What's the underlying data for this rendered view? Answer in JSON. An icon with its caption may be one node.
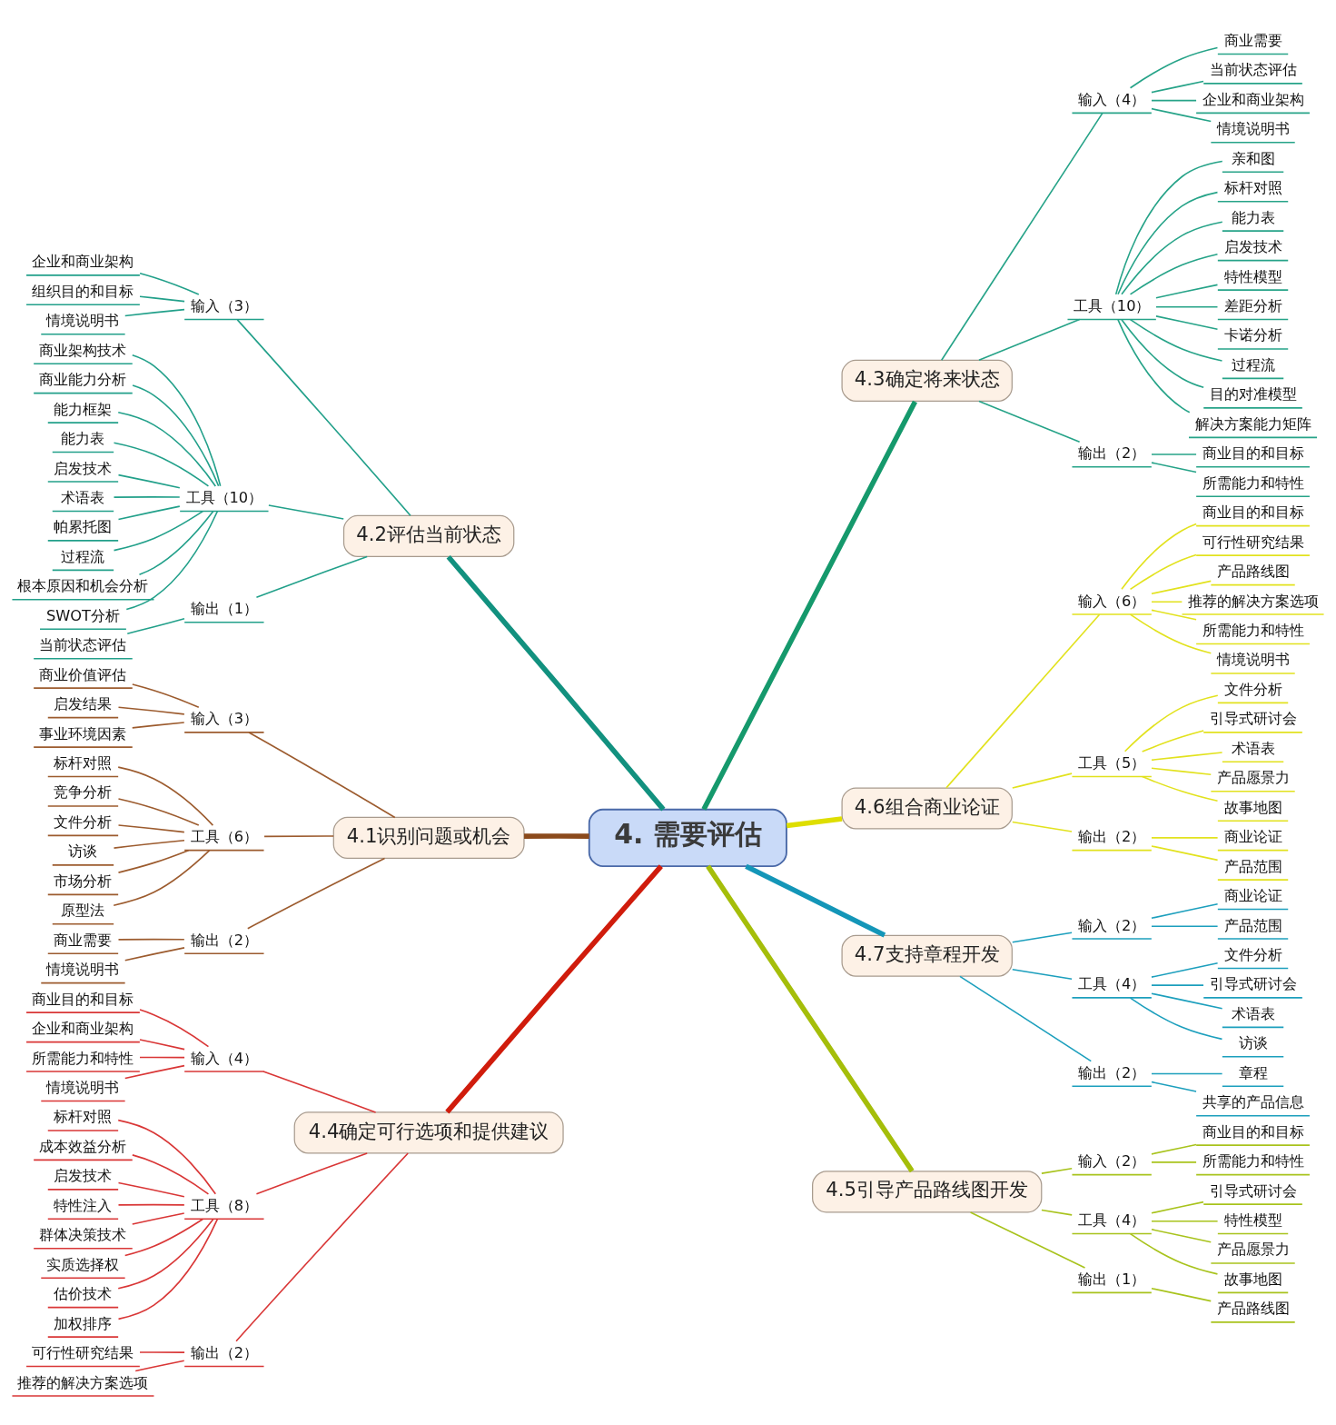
{
  "diagram": {
    "nodes": [
      {
        "text": [
          "4. 需要评估"
        ]
      },
      {
        "text": [
          "4.1识别问题或机会"
        ]
      },
      {
        "text": [
          "输入（3）"
        ]
      },
      {
        "text": [
          "商业价值评估"
        ]
      },
      {
        "text": [
          "启发结果"
        ]
      },
      {
        "text": [
          "事业环境因素"
        ]
      },
      {
        "text": [
          "工具（6）"
        ]
      },
      {
        "text": [
          "标杆对照"
        ]
      },
      {
        "text": [
          "竞争分析"
        ]
      },
      {
        "text": [
          "文件分析"
        ]
      },
      {
        "text": [
          "访谈"
        ]
      },
      {
        "text": [
          "市场分析"
        ]
      },
      {
        "text": [
          "原型法"
        ]
      },
      {
        "text": [
          "输出（2）"
        ]
      },
      {
        "text": [
          "商业需要"
        ]
      },
      {
        "text": [
          "情境说明书"
        ]
      },
      {
        "text": [
          "4.2评估当前状态"
        ]
      },
      {
        "text": [
          "输入（3）"
        ]
      },
      {
        "text": [
          "企业和商业架构"
        ]
      },
      {
        "text": [
          "组织目的和目标"
        ]
      },
      {
        "text": [
          "情境说明书"
        ]
      },
      {
        "text": [
          "工具（10）"
        ]
      },
      {
        "text": [
          "商业架构技术"
        ]
      },
      {
        "text": [
          "商业能力分析"
        ]
      },
      {
        "text": [
          "能力框架"
        ]
      },
      {
        "text": [
          "能力表"
        ]
      },
      {
        "text": [
          "启发技术"
        ]
      },
      {
        "text": [
          "术语表"
        ]
      },
      {
        "text": [
          "帕累托图"
        ]
      },
      {
        "text": [
          "过程流"
        ]
      },
      {
        "text": [
          "根本原因和机会分析"
        ]
      },
      {
        "text": [
          "SWOT分析"
        ]
      },
      {
        "text": [
          "输出（1）"
        ]
      },
      {
        "text": [
          "当前状态评估"
        ]
      },
      {
        "text": [
          "4.3确定将来状态"
        ]
      },
      {
        "text": [
          "输入（4）"
        ]
      },
      {
        "text": [
          "商业需要"
        ]
      },
      {
        "text": [
          "当前状态评估"
        ]
      },
      {
        "text": [
          "企业和商业架构"
        ]
      },
      {
        "text": [
          "情境说明书"
        ]
      },
      {
        "text": [
          "工具（10）"
        ]
      },
      {
        "text": [
          "亲和图"
        ]
      },
      {
        "text": [
          "标杆对照"
        ]
      },
      {
        "text": [
          "能力表"
        ]
      },
      {
        "text": [
          "启发技术"
        ]
      },
      {
        "text": [
          "特性模型"
        ]
      },
      {
        "text": [
          "差距分析"
        ]
      },
      {
        "text": [
          "卡诺分析"
        ]
      },
      {
        "text": [
          "过程流"
        ]
      },
      {
        "text": [
          "目的对准模型"
        ]
      },
      {
        "text": [
          "解决方案能力矩阵"
        ]
      },
      {
        "text": [
          "输出（2）"
        ]
      },
      {
        "text": [
          "商业目的和目标"
        ]
      },
      {
        "text": [
          "所需能力和特性"
        ]
      },
      {
        "text": [
          "4.4确定可行选项和提供建议"
        ]
      },
      {
        "text": [
          "输入（4）"
        ]
      },
      {
        "text": [
          "商业目的和目标"
        ]
      },
      {
        "text": [
          "企业和商业架构"
        ]
      },
      {
        "text": [
          "所需能力和特性"
        ]
      },
      {
        "text": [
          "情境说明书"
        ]
      },
      {
        "text": [
          "工具（8）"
        ]
      },
      {
        "text": [
          "标杆对照"
        ]
      },
      {
        "text": [
          "成本效益分析"
        ]
      },
      {
        "text": [
          "启发技术"
        ]
      },
      {
        "text": [
          "特性注入"
        ]
      },
      {
        "text": [
          "群体决策技术"
        ]
      },
      {
        "text": [
          "实质选择权"
        ]
      },
      {
        "text": [
          "估价技术"
        ]
      },
      {
        "text": [
          "加权排序"
        ]
      },
      {
        "text": [
          "输出（2）"
        ]
      },
      {
        "text": [
          "可行性研究结果"
        ]
      },
      {
        "text": [
          "推荐的解决方案选项"
        ]
      },
      {
        "text": [
          "4.5引导产品路线图开发"
        ]
      },
      {
        "text": [
          "输入（2）"
        ]
      },
      {
        "text": [
          "商业目的和目标"
        ]
      },
      {
        "text": [
          "所需能力和特性"
        ]
      },
      {
        "text": [
          "工具（4）"
        ]
      },
      {
        "text": [
          "引导式研讨会"
        ]
      },
      {
        "text": [
          "特性模型"
        ]
      },
      {
        "text": [
          "产品愿景力"
        ]
      },
      {
        "text": [
          "故事地图"
        ]
      },
      {
        "text": [
          "输出（1）"
        ]
      },
      {
        "text": [
          "产品路线图"
        ]
      },
      {
        "text": [
          "4.6组合商业论证"
        ]
      },
      {
        "text": [
          "输入（6）"
        ]
      },
      {
        "text": [
          "商业目的和目标"
        ]
      },
      {
        "text": [
          "可行性研究结果"
        ]
      },
      {
        "text": [
          "产品路线图"
        ]
      },
      {
        "text": [
          "推荐的解决方案选项"
        ]
      },
      {
        "text": [
          "所需能力和特性"
        ]
      },
      {
        "text": [
          "情境说明书"
        ]
      },
      {
        "text": [
          "工具（5）"
        ]
      },
      {
        "text": [
          "文件分析"
        ]
      },
      {
        "text": [
          "引导式研讨会"
        ]
      },
      {
        "text": [
          "术语表"
        ]
      },
      {
        "text": [
          "产品愿景力"
        ]
      },
      {
        "text": [
          "故事地图"
        ]
      },
      {
        "text": [
          "输出（2）"
        ]
      },
      {
        "text": [
          "商业论证"
        ]
      },
      {
        "text": [
          "产品范围"
        ]
      },
      {
        "text": [
          "4.7支持章程开发"
        ]
      },
      {
        "text": [
          "输入（2）"
        ]
      },
      {
        "text": [
          "商业论证"
        ]
      },
      {
        "text": [
          "产品范围"
        ]
      },
      {
        "text": [
          "工具（4）"
        ]
      },
      {
        "text": [
          "文件分析"
        ]
      },
      {
        "text": [
          "引导式研讨会"
        ]
      },
      {
        "text": [
          "术语表"
        ]
      },
      {
        "text": [
          "访谈"
        ]
      },
      {
        "text": [
          "输出（2）"
        ]
      },
      {
        "text": [
          "章程"
        ]
      },
      {
        "text": [
          "共享的产品信息"
        ]
      }
    ],
    "edges": [
      {
        "from": 0,
        "to": 1,
        "arrow": "none",
        "style": "thick",
        "color": "#8b4a1c"
      },
      {
        "from": 1,
        "to": 2,
        "arrow": "none",
        "color": "#9c5b2e"
      },
      {
        "from": 2,
        "to": 3,
        "arrow": "none",
        "color": "#9c5b2e"
      },
      {
        "from": 2,
        "to": 4,
        "arrow": "none",
        "color": "#9c5b2e"
      },
      {
        "from": 2,
        "to": 5,
        "arrow": "none",
        "color": "#9c5b2e"
      },
      {
        "from": 1,
        "to": 6,
        "arrow": "none",
        "color": "#9c5b2e"
      },
      {
        "from": 6,
        "to": 7,
        "arrow": "none",
        "color": "#9c5b2e"
      },
      {
        "from": 6,
        "to": 8,
        "arrow": "none",
        "color": "#9c5b2e"
      },
      {
        "from": 6,
        "to": 9,
        "arrow": "none",
        "color": "#9c5b2e"
      },
      {
        "from": 6,
        "to": 10,
        "arrow": "none",
        "color": "#9c5b2e"
      },
      {
        "from": 6,
        "to": 11,
        "arrow": "none",
        "color": "#9c5b2e"
      },
      {
        "from": 6,
        "to": 12,
        "arrow": "none",
        "color": "#9c5b2e"
      },
      {
        "from": 1,
        "to": 13,
        "arrow": "none",
        "color": "#9c5b2e"
      },
      {
        "from": 13,
        "to": 14,
        "arrow": "none",
        "color": "#9c5b2e"
      },
      {
        "from": 13,
        "to": 15,
        "arrow": "none",
        "color": "#9c5b2e"
      },
      {
        "from": 0,
        "to": 16,
        "arrow": "none",
        "style": "thick",
        "color": "#12917f"
      },
      {
        "from": 16,
        "to": 17,
        "arrow": "none",
        "color": "#22a08a"
      },
      {
        "from": 17,
        "to": 18,
        "arrow": "none",
        "color": "#22a08a"
      },
      {
        "from": 17,
        "to": 19,
        "arrow": "none",
        "color": "#22a08a"
      },
      {
        "from": 17,
        "to": 20,
        "arrow": "none",
        "color": "#22a08a"
      },
      {
        "from": 16,
        "to": 21,
        "arrow": "none",
        "color": "#22a08a"
      },
      {
        "from": 21,
        "to": 22,
        "arrow": "none",
        "color": "#22a08a"
      },
      {
        "from": 21,
        "to": 23,
        "arrow": "none",
        "color": "#22a08a"
      },
      {
        "from": 21,
        "to": 24,
        "arrow": "none",
        "color": "#22a08a"
      },
      {
        "from": 21,
        "to": 25,
        "arrow": "none",
        "color": "#22a08a"
      },
      {
        "from": 21,
        "to": 26,
        "arrow": "none",
        "color": "#22a08a"
      },
      {
        "from": 21,
        "to": 27,
        "arrow": "none",
        "color": "#22a08a"
      },
      {
        "from": 21,
        "to": 28,
        "arrow": "none",
        "color": "#22a08a"
      },
      {
        "from": 21,
        "to": 29,
        "arrow": "none",
        "color": "#22a08a"
      },
      {
        "from": 21,
        "to": 30,
        "arrow": "none",
        "color": "#22a08a"
      },
      {
        "from": 21,
        "to": 31,
        "arrow": "none",
        "color": "#22a08a"
      },
      {
        "from": 16,
        "to": 32,
        "arrow": "none",
        "color": "#22a08a"
      },
      {
        "from": 32,
        "to": 33,
        "arrow": "none",
        "color": "#22a08a"
      },
      {
        "from": 0,
        "to": 34,
        "arrow": "none",
        "style": "thick",
        "color": "#15996c"
      },
      {
        "from": 34,
        "to": 35,
        "arrow": "none",
        "color": "#26a388"
      },
      {
        "from": 35,
        "to": 36,
        "arrow": "none",
        "color": "#26a388"
      },
      {
        "from": 35,
        "to": 37,
        "arrow": "none",
        "color": "#26a388"
      },
      {
        "from": 35,
        "to": 38,
        "arrow": "none",
        "color": "#26a388"
      },
      {
        "from": 35,
        "to": 39,
        "arrow": "none",
        "color": "#26a388"
      },
      {
        "from": 34,
        "to": 40,
        "arrow": "none",
        "color": "#26a388"
      },
      {
        "from": 40,
        "to": 41,
        "arrow": "none",
        "color": "#26a388"
      },
      {
        "from": 40,
        "to": 42,
        "arrow": "none",
        "color": "#26a388"
      },
      {
        "from": 40,
        "to": 43,
        "arrow": "none",
        "color": "#26a388"
      },
      {
        "from": 40,
        "to": 44,
        "arrow": "none",
        "color": "#26a388"
      },
      {
        "from": 40,
        "to": 45,
        "arrow": "none",
        "color": "#26a388"
      },
      {
        "from": 40,
        "to": 46,
        "arrow": "none",
        "color": "#26a388"
      },
      {
        "from": 40,
        "to": 47,
        "arrow": "none",
        "color": "#26a388"
      },
      {
        "from": 40,
        "to": 48,
        "arrow": "none",
        "color": "#26a388"
      },
      {
        "from": 40,
        "to": 49,
        "arrow": "none",
        "color": "#26a388"
      },
      {
        "from": 40,
        "to": 50,
        "arrow": "none",
        "color": "#26a388"
      },
      {
        "from": 34,
        "to": 51,
        "arrow": "none",
        "color": "#26a388"
      },
      {
        "from": 51,
        "to": 52,
        "arrow": "none",
        "color": "#26a388"
      },
      {
        "from": 51,
        "to": 53,
        "arrow": "none",
        "color": "#26a388"
      },
      {
        "from": 0,
        "to": 54,
        "arrow": "none",
        "style": "thick",
        "color": "#d01c0c"
      },
      {
        "from": 54,
        "to": 55,
        "arrow": "none",
        "color": "#d93636"
      },
      {
        "from": 55,
        "to": 56,
        "arrow": "none",
        "color": "#d93636"
      },
      {
        "from": 55,
        "to": 57,
        "arrow": "none",
        "color": "#d93636"
      },
      {
        "from": 55,
        "to": 58,
        "arrow": "none",
        "color": "#d93636"
      },
      {
        "from": 55,
        "to": 59,
        "arrow": "none",
        "color": "#d93636"
      },
      {
        "from": 54,
        "to": 60,
        "arrow": "none",
        "color": "#d93636"
      },
      {
        "from": 60,
        "to": 61,
        "arrow": "none",
        "color": "#d93636"
      },
      {
        "from": 60,
        "to": 62,
        "arrow": "none",
        "color": "#d93636"
      },
      {
        "from": 60,
        "to": 63,
        "arrow": "none",
        "color": "#d93636"
      },
      {
        "from": 60,
        "to": 64,
        "arrow": "none",
        "color": "#d93636"
      },
      {
        "from": 60,
        "to": 65,
        "arrow": "none",
        "color": "#d93636"
      },
      {
        "from": 60,
        "to": 66,
        "arrow": "none",
        "color": "#d93636"
      },
      {
        "from": 60,
        "to": 67,
        "arrow": "none",
        "color": "#d93636"
      },
      {
        "from": 60,
        "to": 68,
        "arrow": "none",
        "color": "#d93636"
      },
      {
        "from": 54,
        "to": 69,
        "arrow": "none",
        "color": "#d93636"
      },
      {
        "from": 69,
        "to": 70,
        "arrow": "none",
        "color": "#d93636"
      },
      {
        "from": 69,
        "to": 71,
        "arrow": "none",
        "color": "#d93636"
      },
      {
        "from": 0,
        "to": 72,
        "arrow": "none",
        "style": "thick",
        "color": "#a5be0a"
      },
      {
        "from": 72,
        "to": 73,
        "arrow": "none",
        "color": "#a8c31c"
      },
      {
        "from": 73,
        "to": 74,
        "arrow": "none",
        "color": "#a8c31c"
      },
      {
        "from": 73,
        "to": 75,
        "arrow": "none",
        "color": "#a8c31c"
      },
      {
        "from": 72,
        "to": 76,
        "arrow": "none",
        "color": "#a8c31c"
      },
      {
        "from": 76,
        "to": 77,
        "arrow": "none",
        "color": "#a8c31c"
      },
      {
        "from": 76,
        "to": 78,
        "arrow": "none",
        "color": "#a8c31c"
      },
      {
        "from": 76,
        "to": 79,
        "arrow": "none",
        "color": "#a8c31c"
      },
      {
        "from": 76,
        "to": 80,
        "arrow": "none",
        "color": "#a8c31c"
      },
      {
        "from": 72,
        "to": 81,
        "arrow": "none",
        "color": "#a8c31c"
      },
      {
        "from": 81,
        "to": 82,
        "arrow": "none",
        "color": "#a8c31c"
      },
      {
        "from": 0,
        "to": 83,
        "arrow": "none",
        "style": "thick",
        "color": "#dede00"
      },
      {
        "from": 83,
        "to": 84,
        "arrow": "none",
        "color": "#e2e21e"
      },
      {
        "from": 84,
        "to": 85,
        "arrow": "none",
        "color": "#e2e21e"
      },
      {
        "from": 84,
        "to": 86,
        "arrow": "none",
        "color": "#e2e21e"
      },
      {
        "from": 84,
        "to": 87,
        "arrow": "none",
        "color": "#e2e21e"
      },
      {
        "from": 84,
        "to": 88,
        "arrow": "none",
        "color": "#e2e21e"
      },
      {
        "from": 84,
        "to": 89,
        "arrow": "none",
        "color": "#e2e21e"
      },
      {
        "from": 84,
        "to": 90,
        "arrow": "none",
        "color": "#e2e21e"
      },
      {
        "from": 83,
        "to": 91,
        "arrow": "none",
        "color": "#e2e21e"
      },
      {
        "from": 91,
        "to": 92,
        "arrow": "none",
        "color": "#e2e21e"
      },
      {
        "from": 91,
        "to": 93,
        "arrow": "none",
        "color": "#e2e21e"
      },
      {
        "from": 91,
        "to": 94,
        "arrow": "none",
        "color": "#e2e21e"
      },
      {
        "from": 91,
        "to": 95,
        "arrow": "none",
        "color": "#e2e21e"
      },
      {
        "from": 91,
        "to": 96,
        "arrow": "none",
        "color": "#e2e21e"
      },
      {
        "from": 83,
        "to": 97,
        "arrow": "none",
        "color": "#e2e21e"
      },
      {
        "from": 97,
        "to": 98,
        "arrow": "none",
        "color": "#e2e21e"
      },
      {
        "from": 97,
        "to": 99,
        "arrow": "none",
        "color": "#e2e21e"
      },
      {
        "from": 0,
        "to": 100,
        "arrow": "none",
        "style": "thick",
        "color": "#1496b8"
      },
      {
        "from": 100,
        "to": 101,
        "arrow": "none",
        "color": "#1c9fbd"
      },
      {
        "from": 101,
        "to": 102,
        "arrow": "none",
        "color": "#1c9fbd"
      },
      {
        "from": 101,
        "to": 103,
        "arrow": "none",
        "color": "#1c9fbd"
      },
      {
        "from": 100,
        "to": 104,
        "arrow": "none",
        "color": "#1c9fbd"
      },
      {
        "from": 104,
        "to": 105,
        "arrow": "none",
        "color": "#1c9fbd"
      },
      {
        "from": 104,
        "to": 106,
        "arrow": "none",
        "color": "#1c9fbd"
      },
      {
        "from": 104,
        "to": 107,
        "arrow": "none",
        "color": "#1c9fbd"
      },
      {
        "from": 104,
        "to": 108,
        "arrow": "none",
        "color": "#1c9fbd"
      },
      {
        "from": 100,
        "to": 109,
        "arrow": "none",
        "color": "#1c9fbd"
      },
      {
        "from": 109,
        "to": 110,
        "arrow": "none",
        "color": "#1c9fbd"
      },
      {
        "from": 109,
        "to": 111,
        "arrow": "none",
        "color": "#1c9fbd"
      }
    ]
  }
}
